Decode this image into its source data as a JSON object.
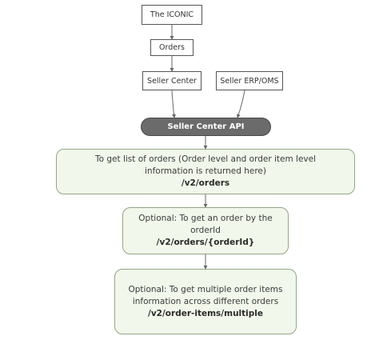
{
  "nodes": {
    "iconic": "The ICONIC",
    "orders": "Orders",
    "seller_center": "Seller Center",
    "seller_erp": "Seller ERP/OMS",
    "api": "Seller Center API",
    "list_orders": {
      "line1": "To get list of orders (Order level and order item level",
      "line2": "information is returned here)",
      "endpoint": "/v2/orders"
    },
    "get_order": {
      "line1": "Optional: To get an order by the",
      "line2": "orderId",
      "endpoint": "/v2/orders/{orderId}"
    },
    "multi_items": {
      "line1": "Optional: To get multiple order items",
      "line2": "information across different orders",
      "endpoint": "/v2/order-items/multiple"
    }
  },
  "colors": {
    "pill_fill": "#6b6b6b",
    "box_fill": "#f1f7ea",
    "box_border": "#8fa882",
    "edge": "#666666"
  }
}
